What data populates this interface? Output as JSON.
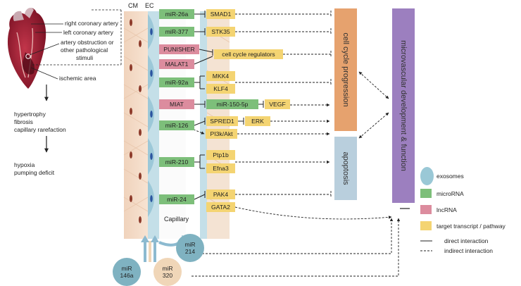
{
  "heart_labels": {
    "right_coronary": "right coronary artery",
    "left_coronary": "left coronary artery",
    "obstruction_1": "artery obstruction or",
    "obstruction_2": "other pathological",
    "obstruction_3": "stimuli",
    "ischemic": "ischemic area"
  },
  "consequences": {
    "hypertrophy": "hypertrophy",
    "fibrosis": "fibrosis",
    "rarefaction": "capillary rarefaction",
    "hypoxia": "hypoxia",
    "pumping": "pumping deficit"
  },
  "tissue": {
    "cm": "CM",
    "ec": "EC",
    "capillary": "Capillary"
  },
  "regulators": [
    {
      "label": "miR-26a",
      "kind": "microRNA"
    },
    {
      "label": "miR-377",
      "kind": "microRNA"
    },
    {
      "label": "PUNISHER",
      "kind": "lncRNA"
    },
    {
      "label": "MALAT1",
      "kind": "lncRNA"
    },
    {
      "label": "miR-92a",
      "kind": "microRNA"
    },
    {
      "label": "MIAT",
      "kind": "lncRNA"
    },
    {
      "label": "miR-126",
      "kind": "microRNA"
    },
    {
      "label": "miR-210",
      "kind": "microRNA"
    },
    {
      "label": "miR-24",
      "kind": "microRNA"
    }
  ],
  "targets": {
    "smad1": "SMAD1",
    "stk35": "STK35",
    "cell_cycle_regulators": "cell cycle regulators",
    "mkk4": "MKK4",
    "klf4": "KLF4",
    "mir150": "miR-150-5p",
    "vegf": "VEGF",
    "spred1": "SPRED1",
    "erk": "ERK",
    "pi3k": "PI3k/Akt",
    "ptp1b": "Ptp1b",
    "efna3": "Efna3",
    "pak4": "PAK4",
    "gata2": "GATA2"
  },
  "processes": {
    "cell_cycle": "cell cycle progression",
    "apoptosis": "apoptosis",
    "microvascular": "microvascular development & function"
  },
  "exosomes": {
    "mir214": [
      "miR",
      "214"
    ],
    "mir146a": [
      "miR",
      "146a"
    ],
    "mir320": [
      "miR",
      "320"
    ]
  },
  "legend": {
    "exosomes": "exosomes",
    "microrna": "microRNA",
    "lncrna": "lncRNA",
    "target": "target transcript / pathway",
    "direct": "direct interaction",
    "indirect": "indirect interaction"
  },
  "colors": {
    "microRNA": "#7dbf7a",
    "lncRNA": "#dc8c9e",
    "target": "#f4d472",
    "cell_cycle_bar": "#e6a26e",
    "apoptosis_bar": "#b9cfdd",
    "microvascular_bar": "#9c7fbf",
    "exosome": "#9ac8d6"
  }
}
